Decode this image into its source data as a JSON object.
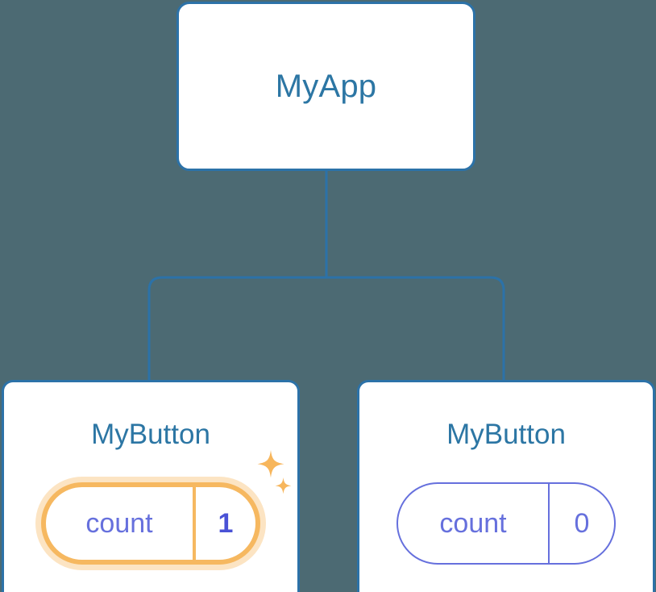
{
  "diagram": {
    "type": "component-tree",
    "background_color": "#4c6a73",
    "connector_color": "#2c72a8",
    "node_border_color": "#2c72a8",
    "node_title_color": "#2c76a4",
    "state_color_idle": "#6670dd",
    "state_color_active": "#f6b860",
    "root": {
      "label": "MyApp"
    },
    "children": [
      {
        "label": "MyButton",
        "state": {
          "key": "count",
          "value": "1"
        },
        "highlighted": true,
        "sparkle_large": "sparkle-icon",
        "sparkle_small": "sparkle-icon"
      },
      {
        "label": "MyButton",
        "state": {
          "key": "count",
          "value": "0"
        },
        "highlighted": false
      }
    ]
  }
}
